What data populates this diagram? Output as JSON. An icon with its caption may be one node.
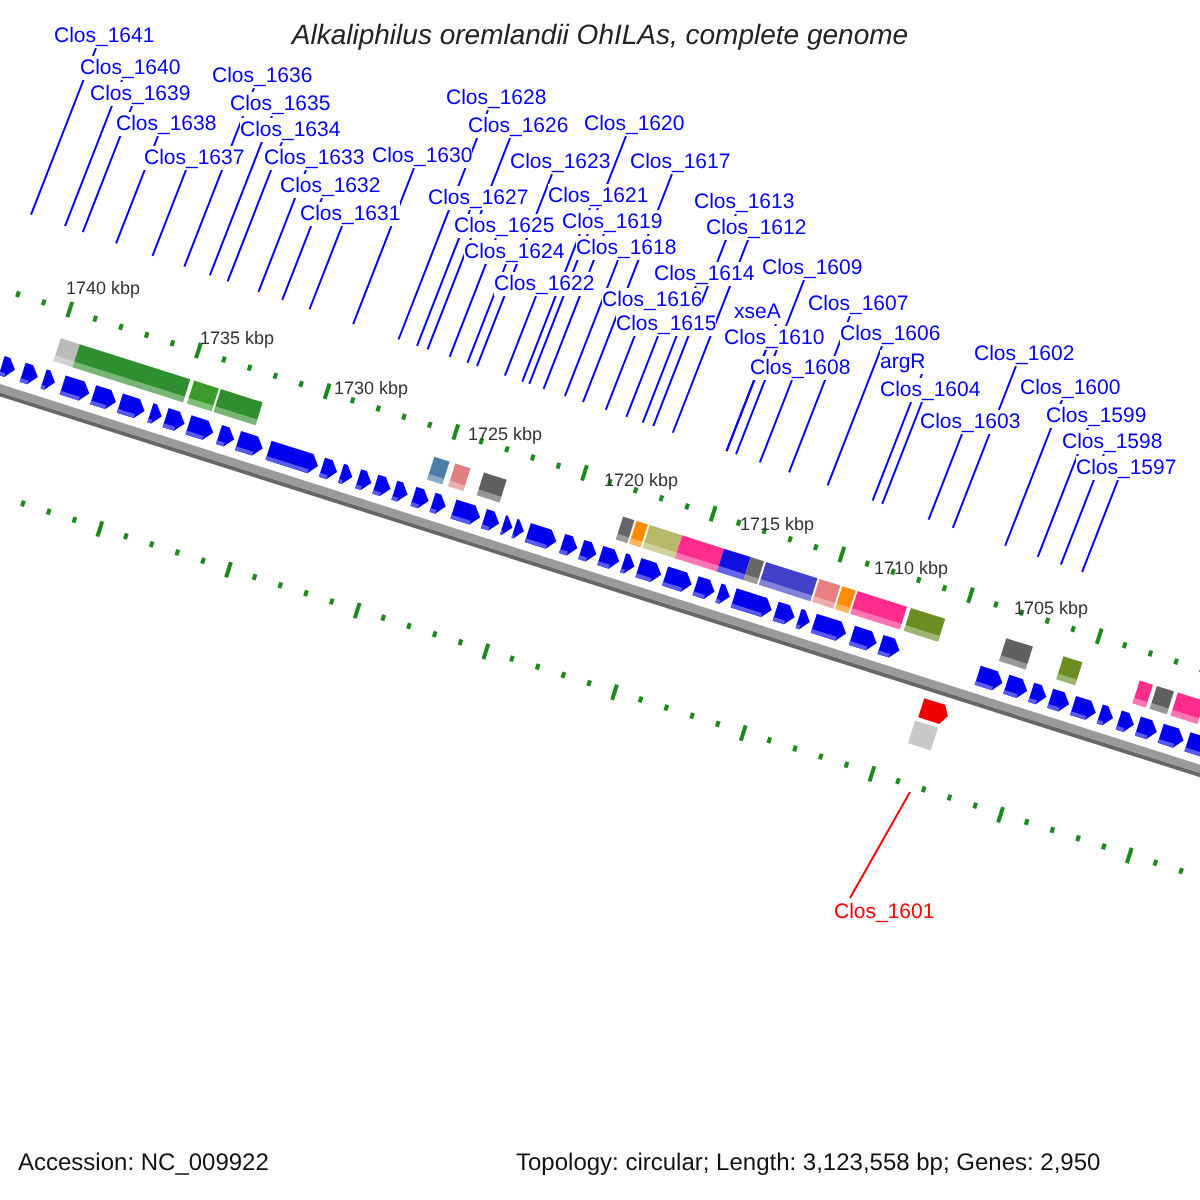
{
  "diagram": {
    "title": "Alkaliphilus oremlandii OhILAs, complete genome",
    "nodes": [
      {
        "text": [
          "Clos_1641"
        ]
      },
      {
        "text": [
          "Clos_1640"
        ]
      },
      {
        "text": [
          "Clos_1639"
        ]
      },
      {
        "text": [
          "Clos_1638"
        ]
      },
      {
        "text": [
          "Clos_1637"
        ]
      },
      {
        "text": [
          "Clos_1636"
        ]
      },
      {
        "text": [
          "Clos_1635"
        ]
      },
      {
        "text": [
          "Clos_1634"
        ]
      },
      {
        "text": [
          "Clos_1633"
        ]
      },
      {
        "text": [
          "Clos_1632"
        ]
      },
      {
        "text": [
          "Clos_1631"
        ]
      },
      {
        "text": [
          "Clos_1630"
        ]
      },
      {
        "text": [
          "Clos_1628"
        ]
      },
      {
        "text": [
          "Clos_1627"
        ]
      },
      {
        "text": [
          "Clos_1626"
        ]
      },
      {
        "text": [
          "Clos_1625"
        ]
      },
      {
        "text": [
          "Clos_1624"
        ]
      },
      {
        "text": [
          "Clos_1623"
        ]
      },
      {
        "text": [
          "Clos_1622"
        ]
      },
      {
        "text": [
          "Clos_1621"
        ]
      },
      {
        "text": [
          "Clos_1620"
        ]
      },
      {
        "text": [
          "Clos_1619"
        ]
      },
      {
        "text": [
          "Clos_1618"
        ]
      },
      {
        "text": [
          "Clos_1617"
        ]
      },
      {
        "text": [
          "Clos_1616"
        ]
      },
      {
        "text": [
          "Clos_1615"
        ]
      },
      {
        "text": [
          "Clos_1614"
        ]
      },
      {
        "text": [
          "Clos_1613"
        ]
      },
      {
        "text": [
          "Clos_1612"
        ]
      },
      {
        "text": [
          "xseA"
        ]
      },
      {
        "text": [
          "Clos_1610"
        ]
      },
      {
        "text": [
          "Clos_1609"
        ]
      },
      {
        "text": [
          "Clos_1608"
        ]
      },
      {
        "text": [
          "Clos_1607"
        ]
      },
      {
        "text": [
          "Clos_1606"
        ]
      },
      {
        "text": [
          "argR"
        ]
      },
      {
        "text": [
          "Clos_1604"
        ]
      },
      {
        "text": [
          "Clos_1603"
        ]
      },
      {
        "text": [
          "Clos_1602"
        ]
      },
      {
        "text": [
          "Clos_1600"
        ]
      },
      {
        "text": [
          "Clos_1599"
        ]
      },
      {
        "text": [
          "Clos_1598"
        ]
      },
      {
        "text": [
          "Clos_1597"
        ]
      },
      {
        "text": [
          "Clos_1601"
        ]
      }
    ],
    "edges": [
      {
        "from": 0,
        "to": null,
        "arrow": "none"
      },
      {
        "from": 1,
        "to": null,
        "arrow": "none"
      },
      {
        "from": 2,
        "to": null,
        "arrow": "none"
      },
      {
        "from": 3,
        "to": null,
        "arrow": "none"
      },
      {
        "from": 4,
        "to": null,
        "arrow": "none"
      },
      {
        "from": 5,
        "to": null,
        "arrow": "none"
      },
      {
        "from": 6,
        "to": null,
        "arrow": "none"
      },
      {
        "from": 7,
        "to": null,
        "arrow": "none"
      },
      {
        "from": 8,
        "to": null,
        "arrow": "none"
      },
      {
        "from": 9,
        "to": null,
        "arrow": "none"
      },
      {
        "from": 10,
        "to": null,
        "arrow": "none"
      },
      {
        "from": 11,
        "to": null,
        "arrow": "none"
      },
      {
        "from": 12,
        "to": null,
        "arrow": "none"
      },
      {
        "from": 13,
        "to": null,
        "arrow": "none"
      },
      {
        "from": 14,
        "to": null,
        "arrow": "none"
      },
      {
        "from": 15,
        "to": null,
        "arrow": "none"
      },
      {
        "from": 16,
        "to": null,
        "arrow": "none"
      },
      {
        "from": 17,
        "to": null,
        "arrow": "none"
      },
      {
        "from": 18,
        "to": null,
        "arrow": "none"
      },
      {
        "from": 19,
        "to": null,
        "arrow": "none"
      },
      {
        "from": 20,
        "to": null,
        "arrow": "none"
      },
      {
        "from": 21,
        "to": null,
        "arrow": "none"
      },
      {
        "from": 22,
        "to": null,
        "arrow": "none"
      },
      {
        "from": 23,
        "to": null,
        "arrow": "none"
      },
      {
        "from": 24,
        "to": null,
        "arrow": "none"
      },
      {
        "from": 25,
        "to": null,
        "arrow": "none"
      },
      {
        "from": 26,
        "to": null,
        "arrow": "none"
      },
      {
        "from": 27,
        "to": null,
        "arrow": "none"
      },
      {
        "from": 28,
        "to": null,
        "arrow": "none"
      },
      {
        "from": 29,
        "to": null,
        "arrow": "none"
      },
      {
        "from": 30,
        "to": null,
        "arrow": "none"
      },
      {
        "from": 31,
        "to": null,
        "arrow": "none"
      },
      {
        "from": 32,
        "to": null,
        "arrow": "none"
      },
      {
        "from": 33,
        "to": null,
        "arrow": "none"
      },
      {
        "from": 34,
        "to": null,
        "arrow": "none"
      },
      {
        "from": 35,
        "to": null,
        "arrow": "none"
      },
      {
        "from": 36,
        "to": null,
        "arrow": "none"
      },
      {
        "from": 37,
        "to": null,
        "arrow": "none"
      },
      {
        "from": 38,
        "to": null,
        "arrow": "none"
      },
      {
        "from": 39,
        "to": null,
        "arrow": "none"
      },
      {
        "from": 40,
        "to": null,
        "arrow": "none"
      },
      {
        "from": 41,
        "to": null,
        "arrow": "none"
      },
      {
        "from": 42,
        "to": null,
        "arrow": "none"
      },
      {
        "from": 43,
        "to": null,
        "arrow": "none",
        "color": "#ff0000"
      }
    ],
    "labels": [
      "1740 kbp",
      "1735 kbp",
      "1730 kbp",
      "1725 kbp",
      "1720 kbp",
      "1715 kbp",
      "1710 kbp",
      "1705 kbp",
      "Accession: NC_009922",
      "Topology: circular; Length: 3,123,558 bp; Genes: 2,950"
    ]
  }
}
